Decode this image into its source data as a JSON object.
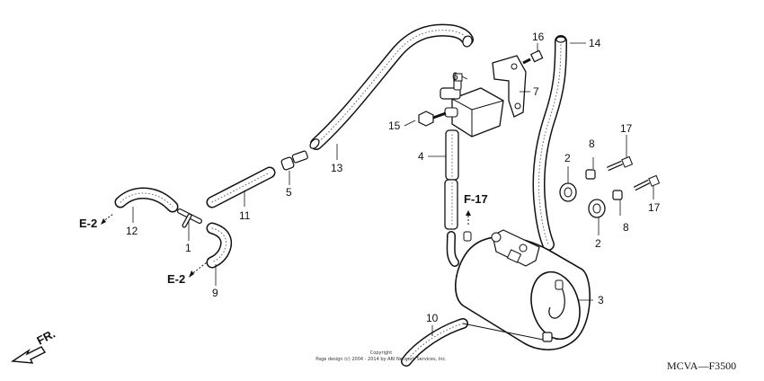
{
  "diagram": {
    "figure_code": "MCVA—F3500",
    "copyright_line1": "Copyright",
    "copyright_line2": "Page design (c) 2004 - 2014 by ARI Network Services, Inc.",
    "front_arrow_label": "FR.",
    "refs": {
      "e2_top": "E-2",
      "e2_bottom": "E-2",
      "f17": "F-17"
    },
    "callouts": [
      "1",
      "2",
      "2",
      "3",
      "4",
      "5",
      "6",
      "7",
      "8",
      "8",
      "9",
      "10",
      "11",
      "12",
      "13",
      "14",
      "15",
      "16",
      "17",
      "17"
    ]
  }
}
